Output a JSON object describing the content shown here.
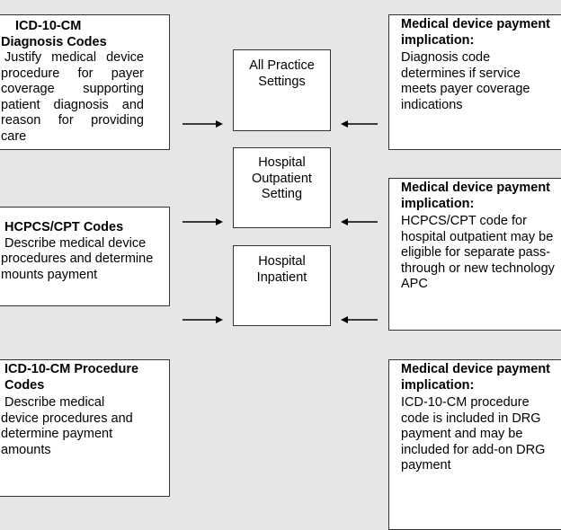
{
  "left_boxes": [
    {
      "title": "ICD-10-CM Diagnosis Codes",
      "body": "Justify medical device procedure for payer coverage supporting patient diagnosis and reason for providing care"
    },
    {
      "title": "HCPCS/CPT Codes",
      "body": "Describe medical device procedures and determine mounts payment"
    },
    {
      "title": "ICD-10-CM Procedure Codes",
      "body": "Describe medical device procedures and determine payment amounts"
    }
  ],
  "center_boxes": [
    {
      "label": "All Practice Settings"
    },
    {
      "label": "Hospital Outpatient Setting"
    },
    {
      "label": "Hospital Inpatient"
    }
  ],
  "right_boxes": [
    {
      "title": "Medical device payment implication:",
      "body": "Diagnosis code determines if service meets payer coverage indications"
    },
    {
      "title": "Medical device payment implication:",
      "body": "HCPCS/CPT code for hospital outpatient may be eligible for separate pass-through or new technology APC"
    },
    {
      "title": "Medical device payment implication:",
      "body": "ICD-10-CM procedure code is included in DRG payment and may be included for add-on DRG payment"
    }
  ]
}
